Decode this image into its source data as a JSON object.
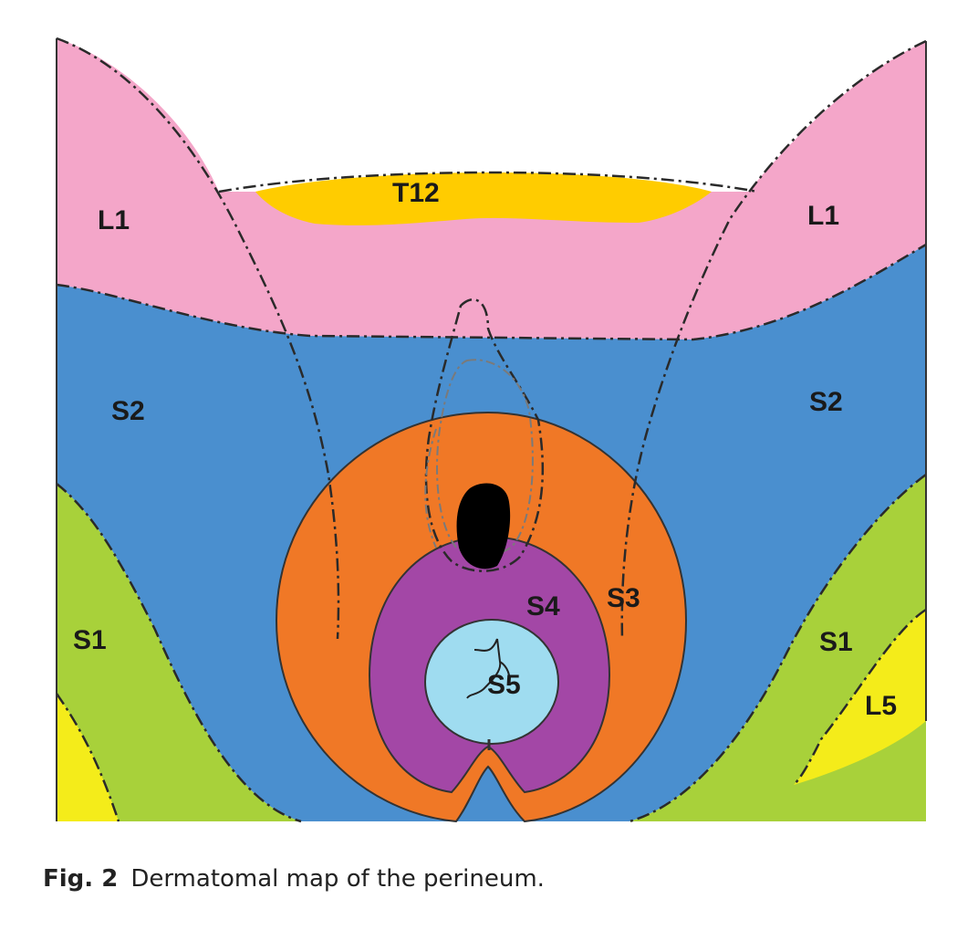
{
  "zones": {
    "t12": "T12",
    "l1_left": "L1",
    "l1_right": "L1",
    "s2_left": "S2",
    "s2_right": "S2",
    "s1_left": "S1",
    "s1_right": "S1",
    "l5": "L5",
    "s3": "S3",
    "s4": "S4",
    "s5": "S5"
  },
  "colors": {
    "l1": "#f4a6c9",
    "t12": "#ffcc00",
    "s2": "#4a8fcf",
    "s1": "#a8d13a",
    "l5": "#f4ec1a",
    "s3": "#f07826",
    "s4": "#a347a6",
    "s5": "#9fdcf0",
    "anus": "#000000"
  },
  "caption": {
    "label": "Fig. 2",
    "text": "Dermatomal map of the perineum."
  }
}
